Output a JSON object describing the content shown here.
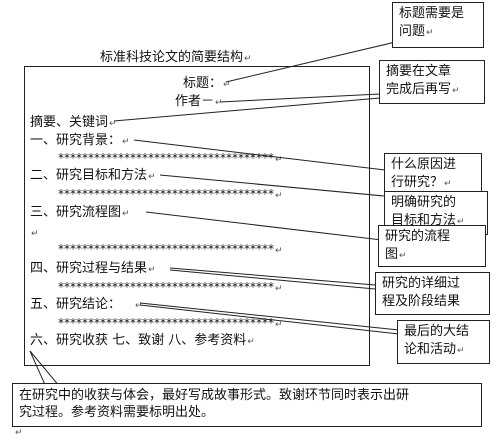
{
  "doc": {
    "heading": "标准科技论文的简要结构",
    "title_label": "标题：",
    "author_label": "作者－",
    "abstract_line": "摘要、关键词",
    "section1": "一、研究背景：",
    "section2": "二、研究目标和方法",
    "section3": "三、研究流程图",
    "section4": "四、研究过程与结果",
    "section5": "五、研究结论：",
    "section6": "六、研究收获   七、致谢   八、参考资料",
    "stars": "************************************"
  },
  "callouts": {
    "c1": [
      "标题需要是",
      "问题"
    ],
    "c2": [
      "摘要在文章",
      "完成后再写"
    ],
    "c3": [
      "什么原因进",
      "行研究？"
    ],
    "c4": [
      "明确研究的",
      "目标和方法"
    ],
    "c5": [
      "研究的流程",
      "图"
    ],
    "c6": [
      "研究的详细过",
      "程及阶段结果"
    ],
    "c7": [
      "最后的大结",
      "论和活动"
    ],
    "bottom": [
      "在研究中的收获与体会，最好写成故事形式。致谢环节同时表示出研",
      "究过程。参考资料需要标明出处。"
    ]
  }
}
